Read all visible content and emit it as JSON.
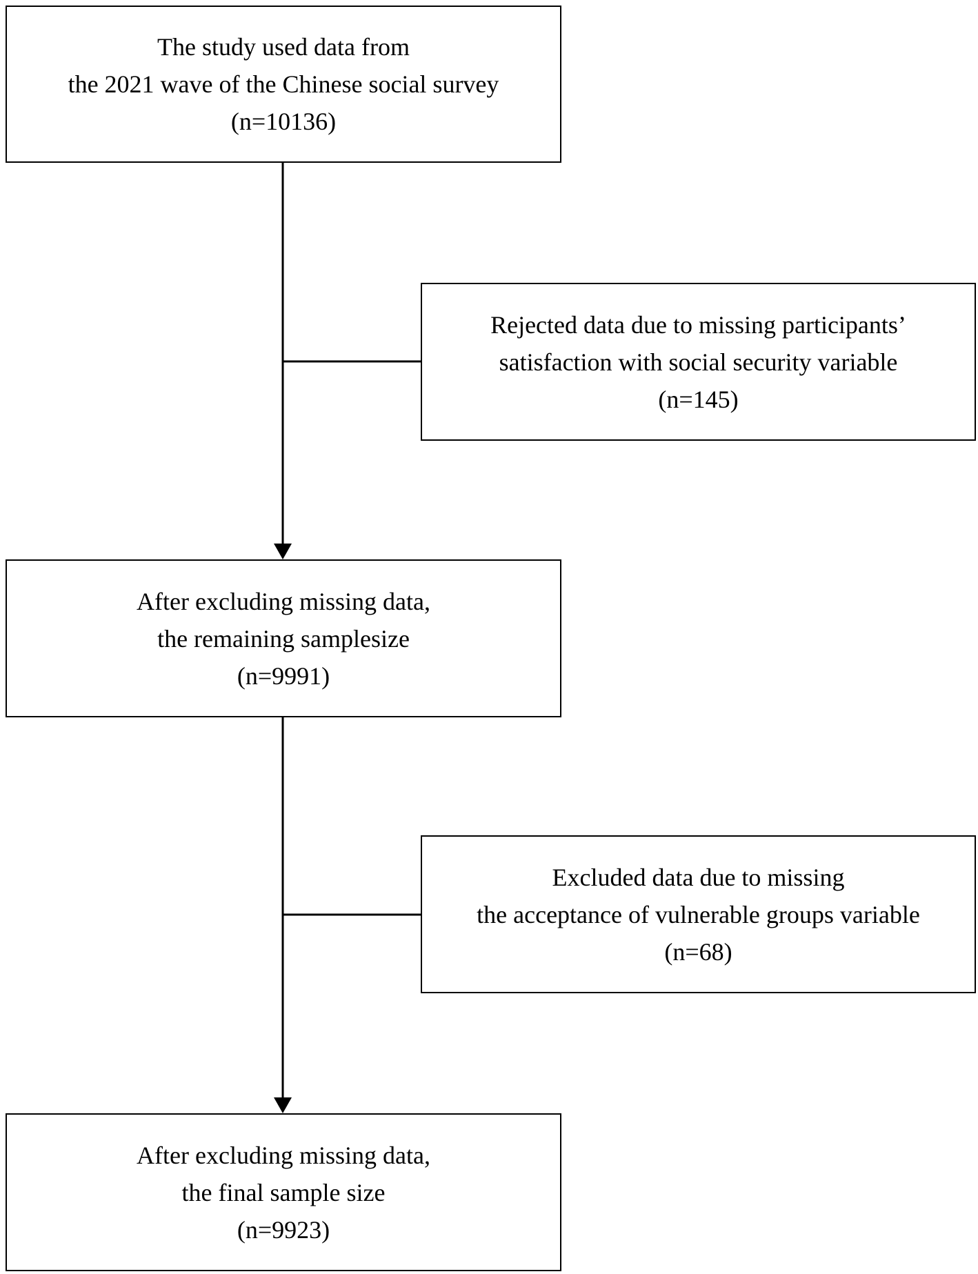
{
  "flowchart": {
    "start": {
      "lines": [
        "The study used data from",
        "the 2021 wave of the Chinese social survey",
        "(n=10136)"
      ]
    },
    "exclusion_1": {
      "lines": [
        "Rejected data due to missing participants’",
        "satisfaction with social security variable",
        "(n=145)"
      ]
    },
    "middle": {
      "lines": [
        "After excluding missing data,",
        "the remaining samplesize",
        "(n=9991)"
      ]
    },
    "exclusion_2": {
      "lines": [
        "Excluded data due to missing",
        "the acceptance of vulnerable groups variable",
        "(n=68)"
      ]
    },
    "final": {
      "lines": [
        "After excluding missing data,",
        "the final sample size",
        "(n=9923)"
      ]
    }
  },
  "colors": {
    "stroke": "#000000",
    "background": "#ffffff"
  }
}
